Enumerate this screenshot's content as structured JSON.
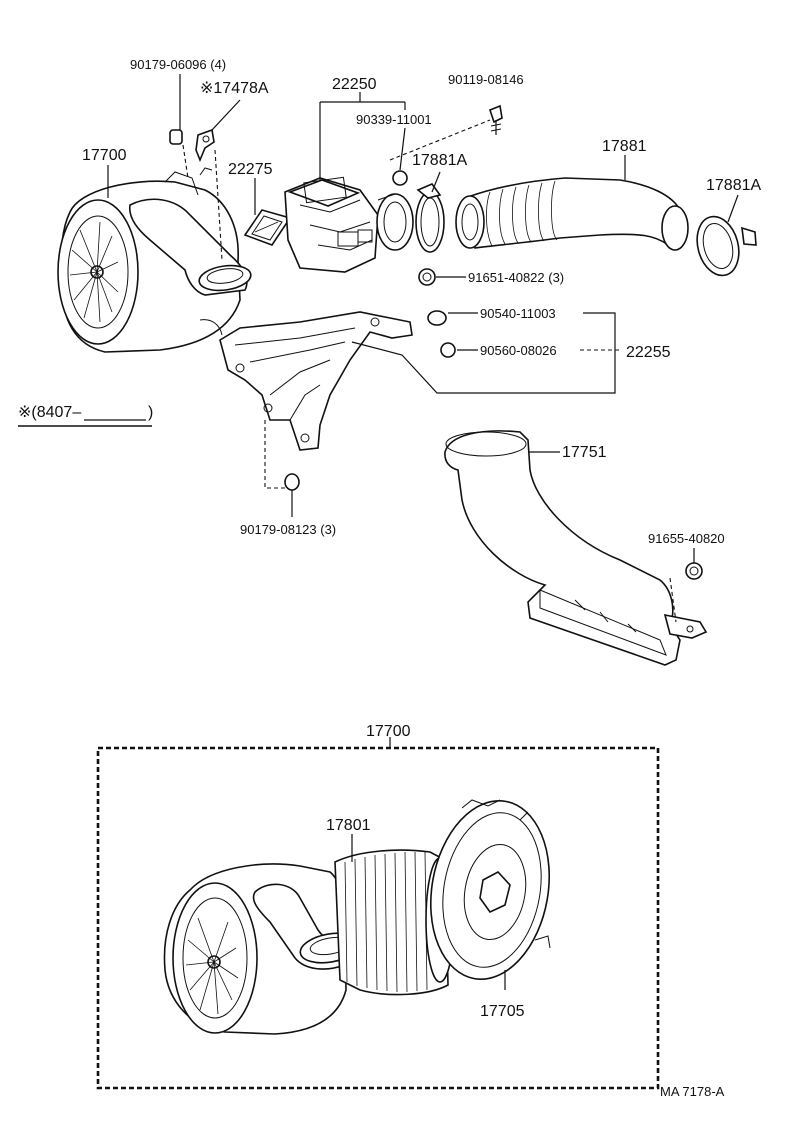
{
  "labels": {
    "l_90179_06096": "90179-06096 (4)",
    "l_17478a": "※17478A",
    "l_22250": "22250",
    "l_90119_08146": "90119-08146",
    "l_90339_11001": "90339-11001",
    "l_17700_top": "17700",
    "l_22275": "22275",
    "l_17881a_left": "17881A",
    "l_17881": "17881",
    "l_17881a_right": "17881A",
    "l_91651_40822": "91651-40822 (3)",
    "l_90540_11003": "90540-11003",
    "l_90560_08026": "90560-08026",
    "l_22255": "22255",
    "l_8407": "※(8407–",
    "l_8407_close": ")",
    "l_17751": "17751",
    "l_90179_08123": "90179-08123 (3)",
    "l_91655_40820": "91655-40820",
    "l_17700_box": "17700",
    "l_17801": "17801",
    "l_17705": "17705",
    "l_ref": "MA 7178-A"
  }
}
